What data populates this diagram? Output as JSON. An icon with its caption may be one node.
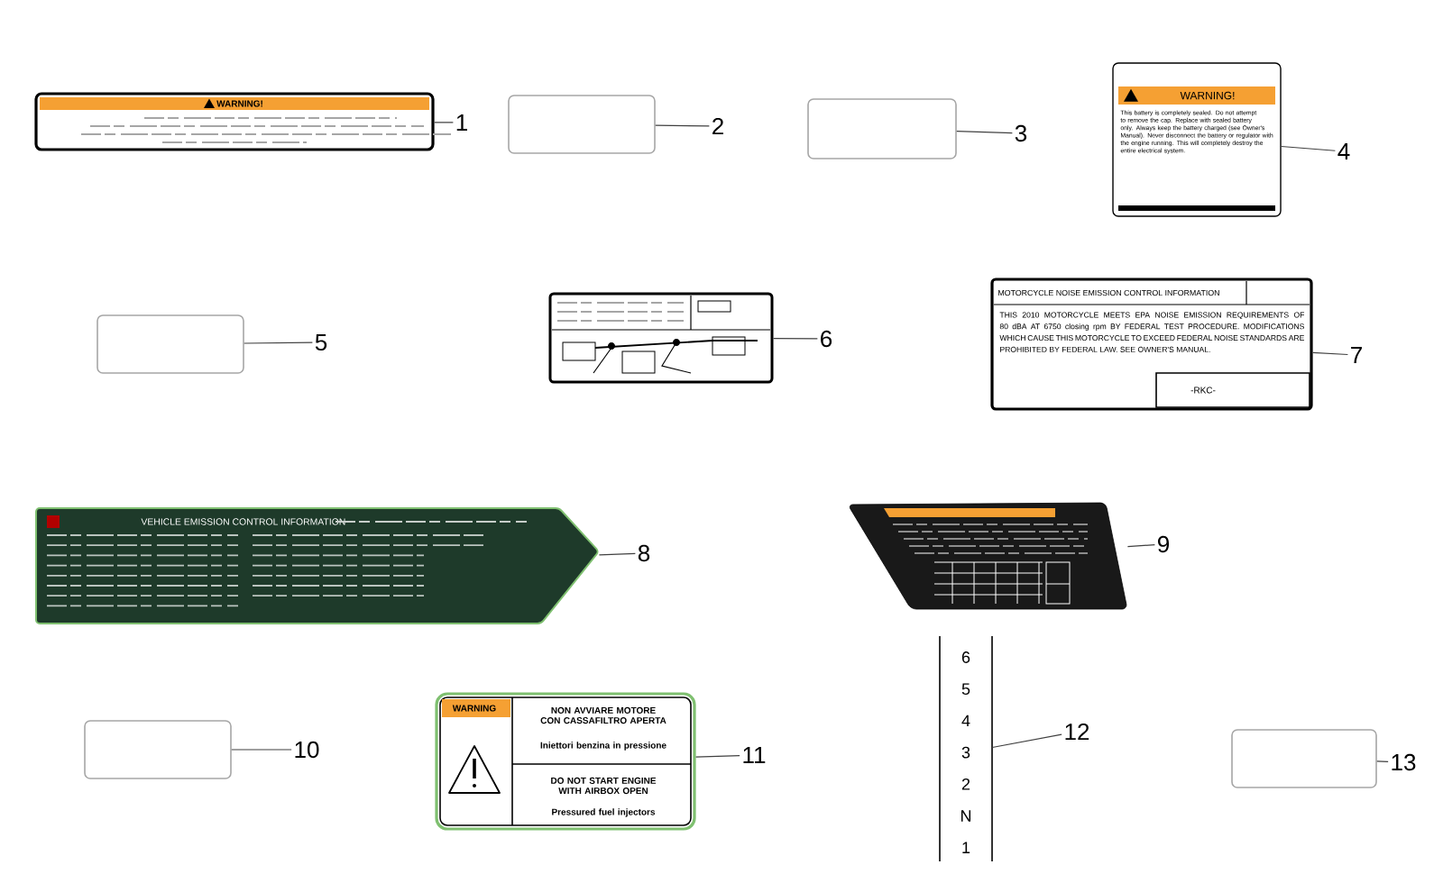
{
  "diagram": {
    "nodes": [
      {
        "text": [
          "WARNING!"
        ]
      },
      {
        "text": [
          "1"
        ]
      },
      {
        "text": [],
        "shape": "box"
      },
      {
        "text": [
          "2"
        ]
      },
      {
        "text": [],
        "shape": "box"
      },
      {
        "text": [
          "3"
        ]
      },
      {
        "text": [
          "WARNING!",
          "This battery is completely sealed. Do not attempt to remove the cap. Replace with sealed battery only. Always keep the battery charged (see Owner's Manual). Never disconnect the battery or regulator with the engine running. This will completely destroy the entire electrical system."
        ]
      },
      {
        "text": [
          "4"
        ]
      },
      {
        "text": [],
        "shape": "box"
      },
      {
        "text": [
          "5"
        ]
      },
      {
        "text": [],
        "shape": "picture"
      },
      {
        "text": [
          "6"
        ]
      },
      {
        "text": [
          "MOTORCYCLE NOISE EMISSION CONTROL INFORMATION",
          "THIS 2010 MOTORCYCLE MEETS EPA NOISE EMISSION REQUIREMENTS OF 80 dBA AT 6750 closing rpm BY FEDERAL TEST PROCEDURE. MODIFICATIONS WHICH CAUSE THIS MOTORCYCLE TO EXCEED FEDERAL NOISE STANDARDS ARE PROHIBITED BY FEDERAL LAW. SEE OWNER'S MANUAL.",
          "-RKC-"
        ]
      },
      {
        "text": [
          "7"
        ]
      },
      {
        "text": [
          "VEHICLE EMISSION CONTROL INFORMATION"
        ]
      },
      {
        "text": [
          "8"
        ]
      },
      {
        "text": [],
        "shape": "picture"
      },
      {
        "text": [
          "9"
        ]
      },
      {
        "text": [],
        "shape": "box"
      },
      {
        "text": [
          "10"
        ]
      },
      {
        "text": [
          "WARNING",
          "NON AVVIARE MOTORE CON CASSAFILTRO APERTA",
          "Iniettori benzina in pressione",
          "DO NOT START ENGINE WITH AIRBOX OPEN",
          "Pressured fuel injectors"
        ]
      },
      {
        "text": [
          "11"
        ]
      },
      {
        "text": [
          "6 5 4 3 2 N 1"
        ]
      },
      {
        "text": [
          "12"
        ]
      },
      {
        "text": [],
        "shape": "box"
      },
      {
        "text": [
          "13"
        ]
      }
    ],
    "edges": [
      {
        "from": 1,
        "to": 0,
        "arrow": "none"
      },
      {
        "from": 3,
        "to": 2,
        "arrow": "none"
      },
      {
        "from": 5,
        "to": 4,
        "arrow": "none"
      },
      {
        "from": 7,
        "to": 6,
        "arrow": "none"
      },
      {
        "from": 9,
        "to": 8,
        "arrow": "none"
      },
      {
        "from": 11,
        "to": 10,
        "arrow": "none"
      },
      {
        "from": 13,
        "to": 12,
        "arrow": "none"
      },
      {
        "from": 15,
        "to": 14,
        "arrow": "none"
      },
      {
        "from": 17,
        "to": 16,
        "arrow": "none"
      },
      {
        "from": 19,
        "to": 18,
        "arrow": "none"
      },
      {
        "from": 21,
        "to": 20,
        "arrow": "none"
      },
      {
        "from": 23,
        "to": 22,
        "arrow": "none"
      },
      {
        "from": 25,
        "to": 24,
        "arrow": "none"
      }
    ]
  }
}
